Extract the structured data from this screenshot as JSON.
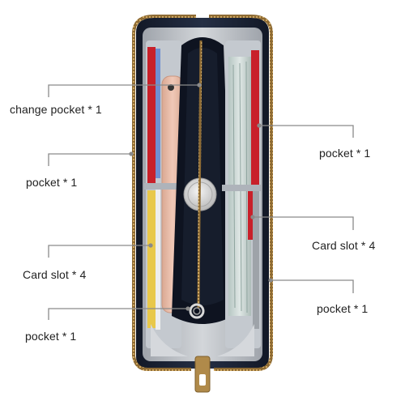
{
  "image": {
    "subject": "wallet-photo",
    "colors": {
      "background": "#ffffff",
      "leather": "#1f2738",
      "lining": "#b8bcc2",
      "card_red": "#c8202a",
      "card_yellow": "#e8c84a",
      "phone_rose": "#e7b9a6",
      "banknote": "#c9d6d3",
      "zipper": "#b08a4a",
      "leader_line": "#8a8a8a"
    }
  },
  "callouts": {
    "left": [
      {
        "text": "change pocket * 1"
      },
      {
        "text": "pocket * 1"
      },
      {
        "text": "Card slot * 4"
      },
      {
        "text": "pocket * 1"
      }
    ],
    "right": [
      {
        "text": "pocket * 1"
      },
      {
        "text": "Card slot * 4"
      },
      {
        "text": "pocket * 1"
      }
    ]
  }
}
